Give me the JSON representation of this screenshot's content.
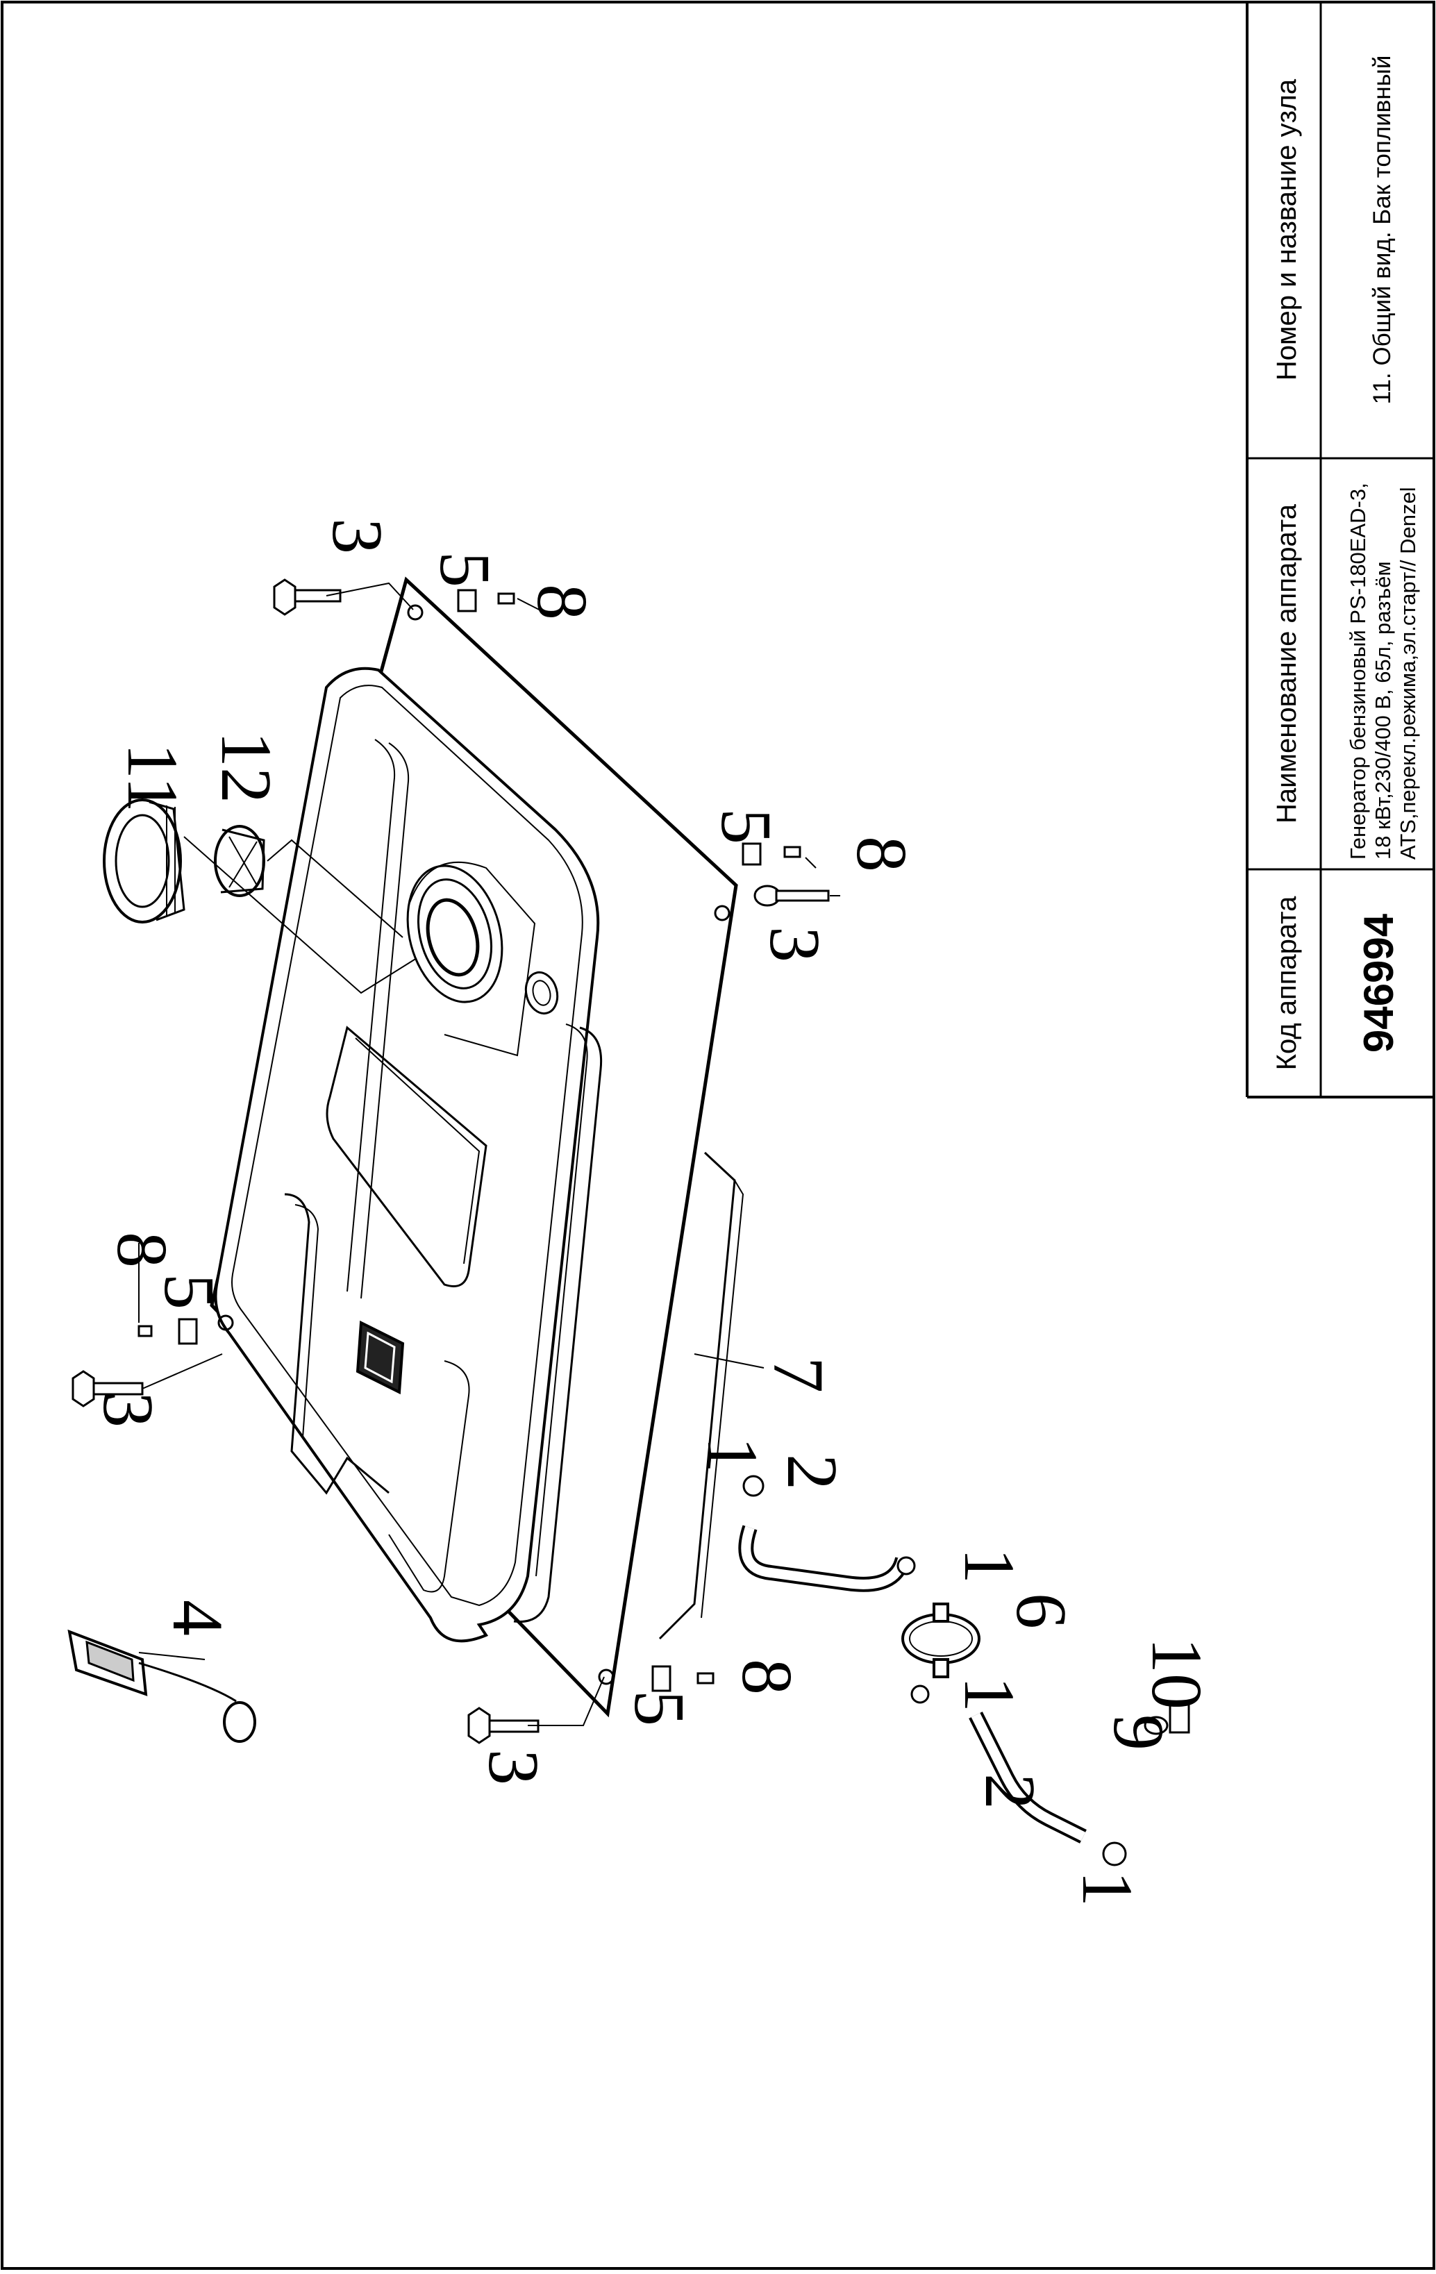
{
  "title_block": {
    "code_header": "Код аппарата",
    "code_value": "946994",
    "device_header": "Наименование аппарата",
    "device_lines": [
      "Генератор бензиновый PS-180EAD-3,",
      "18 кВт,230/400 В, 65л, разъём",
      "ATS,перекл.режима,эл.старт// Denzel"
    ],
    "node_header": "Номер и название узла",
    "node_value": "11. Общий вид. Бак топливный"
  },
  "callouts": {
    "c3a": "3",
    "c5a": "5",
    "c8a": "8",
    "c5b": "5",
    "c8b": "8",
    "c3b": "3",
    "c11": "11",
    "c12": "12",
    "c8c": "8",
    "c5c": "5",
    "c3c": "3",
    "c7": "7",
    "c1a": "1",
    "c2a": "2",
    "c1b": "1",
    "c6": "6",
    "c1c": "1",
    "c10": "10",
    "c9": "9",
    "c2b": "2",
    "c1d": "1",
    "c4": "4",
    "c8d": "8",
    "c5d": "5",
    "c3d": "3"
  }
}
